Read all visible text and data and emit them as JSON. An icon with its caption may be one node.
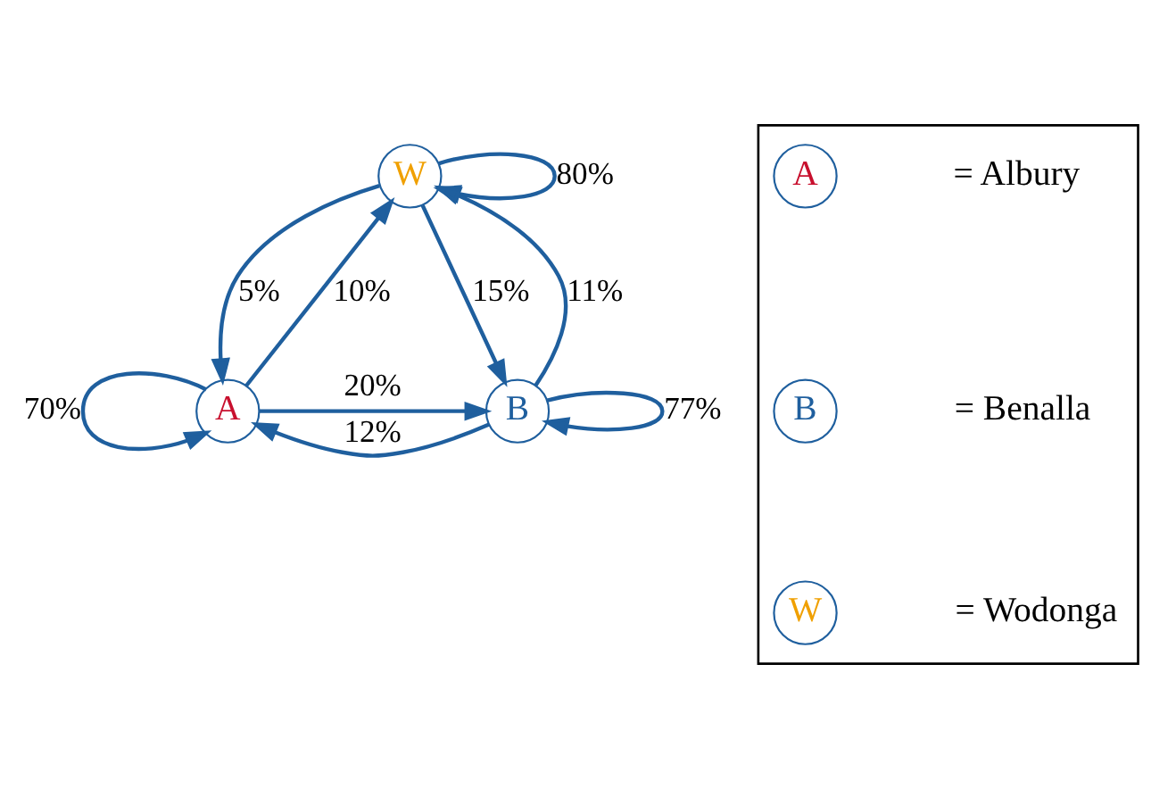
{
  "diagram": {
    "nodes": [
      {
        "text": [
          "W"
        ]
      },
      {
        "text": [
          "A"
        ]
      },
      {
        "text": [
          "B"
        ]
      },
      {
        "text": [],
        "shape": "box"
      },
      {
        "text": [
          "A"
        ],
        "in": 3,
        "beside": [
          "= Albury"
        ]
      },
      {
        "text": [
          "B"
        ],
        "in": 3,
        "beside": [
          "= Benalla"
        ]
      },
      {
        "text": [
          "W"
        ],
        "in": 3,
        "beside": [
          "= Wodonga"
        ]
      }
    ],
    "edges": [
      {
        "from": 0,
        "to": 0,
        "arrow": "to",
        "label": "80%"
      },
      {
        "from": 1,
        "to": 0,
        "arrow": "to",
        "label": "10%"
      },
      {
        "from": 0,
        "to": 2,
        "arrow": "to",
        "label": "15%"
      },
      {
        "from": 1,
        "to": 1,
        "arrow": "to",
        "label": "70%"
      },
      {
        "from": 0,
        "to": 1,
        "arrow": "to",
        "label": "5%"
      },
      {
        "from": 2,
        "to": 0,
        "arrow": "to",
        "label": "11%"
      },
      {
        "from": 1,
        "to": 2,
        "arrow": "to",
        "label": "20%"
      },
      {
        "from": 2,
        "to": 2,
        "arrow": "to",
        "label": "77%"
      },
      {
        "from": 2,
        "to": 1,
        "arrow": "to",
        "label": "12%"
      }
    ]
  }
}
